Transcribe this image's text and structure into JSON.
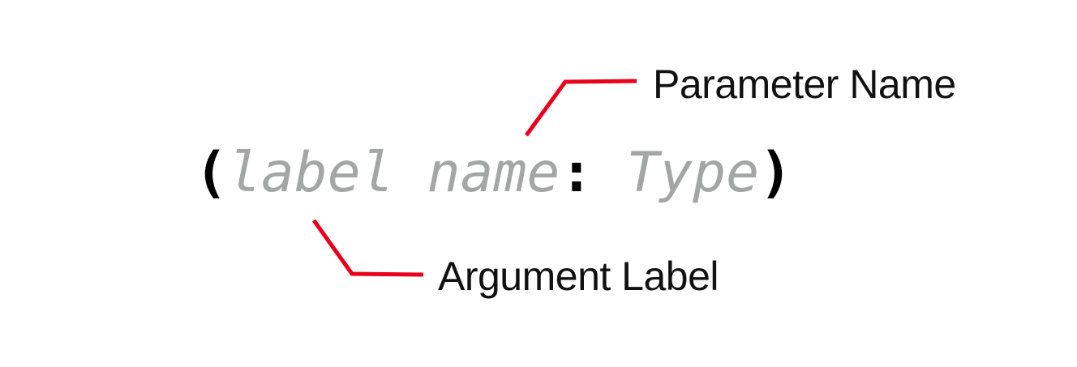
{
  "signature": {
    "open_paren": "(",
    "label": "label",
    "space": " ",
    "name": "name",
    "colon": ":",
    "space2": " ",
    "type": "Type",
    "close_paren": ")"
  },
  "callouts": {
    "parameter_name": "Parameter Name",
    "argument_label": "Argument Label"
  },
  "colors": {
    "leader_line": "#e8001c",
    "placeholder_text": "#a3a6a5",
    "punctuation": "#000000"
  }
}
